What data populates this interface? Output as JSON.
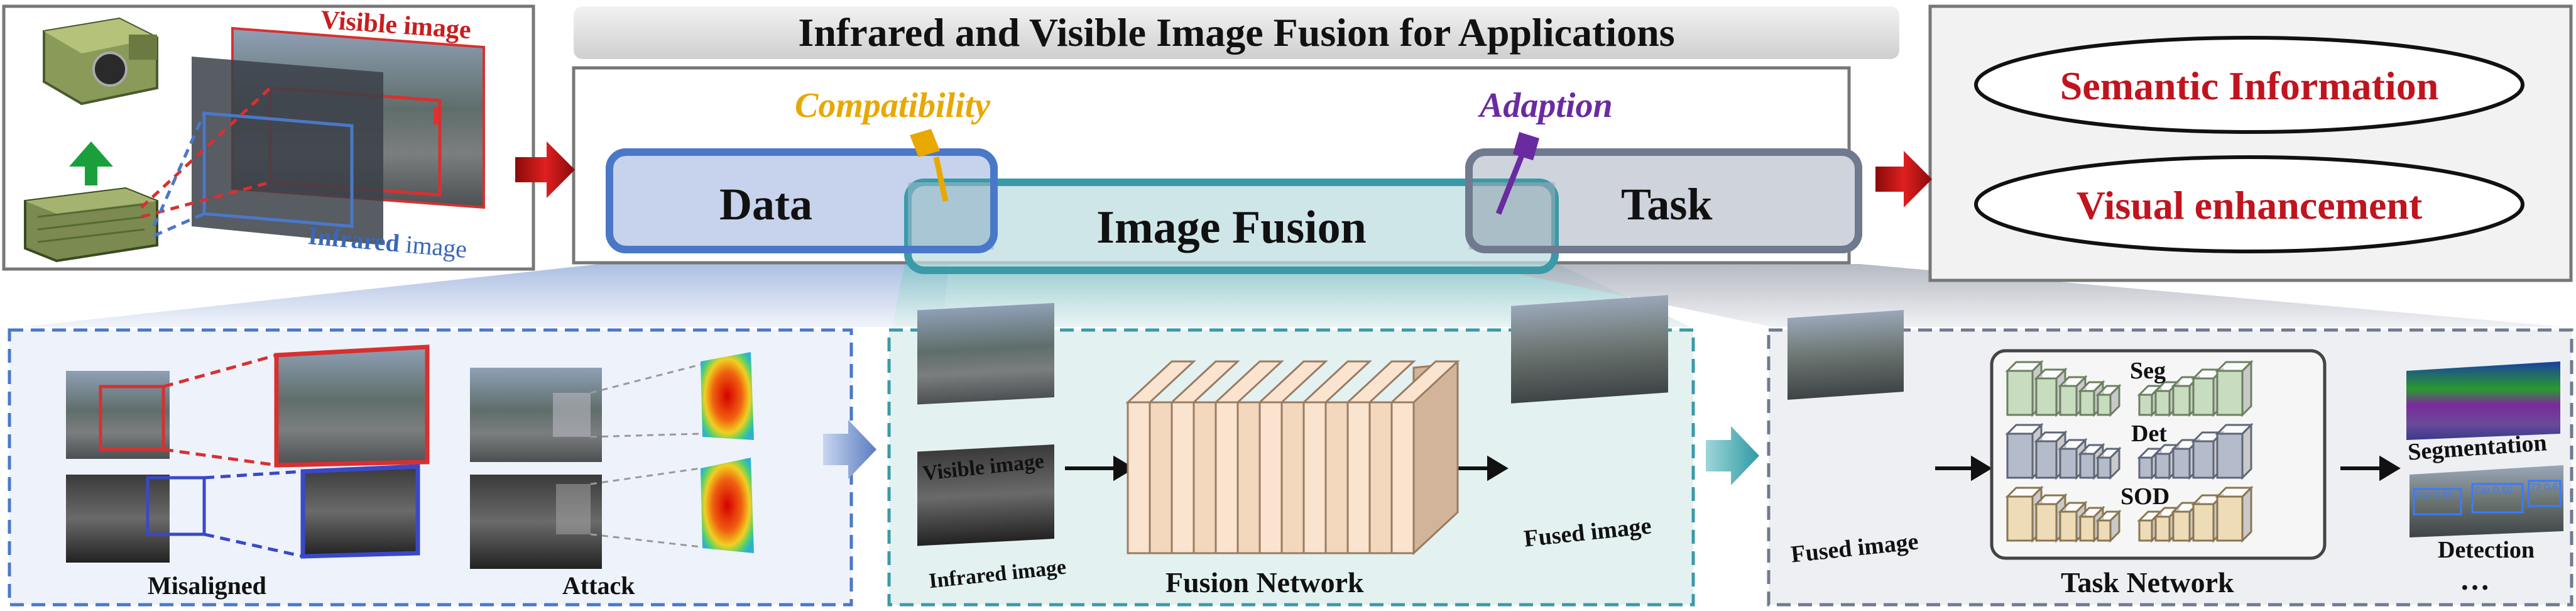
{
  "title": "Infrared and Visible Image Fusion for Applications",
  "top_left": {
    "visible_label": "Visible image",
    "infrared_label_a": "Infrared",
    "infrared_label_b": "image"
  },
  "center": {
    "compatibility": "Compatibility",
    "adaption": "Adaption",
    "data": "Data",
    "image_fusion": "Image Fusion",
    "task": "Task"
  },
  "outputs": {
    "semantic": "Semantic Information",
    "visual": "Visual enhancement"
  },
  "bottom_left": {
    "misaligned": "Misaligned",
    "attack": "Attack"
  },
  "bottom_mid": {
    "visible_image": "Visible image",
    "infrared_image": "Infrared image",
    "fusion_network": "Fusion Network",
    "fused_image": "Fused image"
  },
  "bottom_right": {
    "fused_image": "Fused image",
    "seg": "Seg",
    "det": "Det",
    "sod": "SOD",
    "task_network": "Task Network",
    "segmentation": "Segmentation",
    "detection": "Detection",
    "ellipsis": "…",
    "det_box_1": "Car 0.85",
    "det_box_2": "Car 0.60",
    "det_box_3": "72 0.6"
  },
  "colors": {
    "data_blue": "#4a78c8",
    "fusion_teal": "#3a9aa8",
    "task_gray": "#6f7a8f",
    "compat_gold": "#e8a800",
    "adapt_purple": "#6a2aa0",
    "arrow_red": "#c81414",
    "text_red": "#c0141e",
    "seg_green": "#c8dcc0",
    "det_gray": "#b4bccc",
    "sod_tan": "#eedcb8"
  }
}
